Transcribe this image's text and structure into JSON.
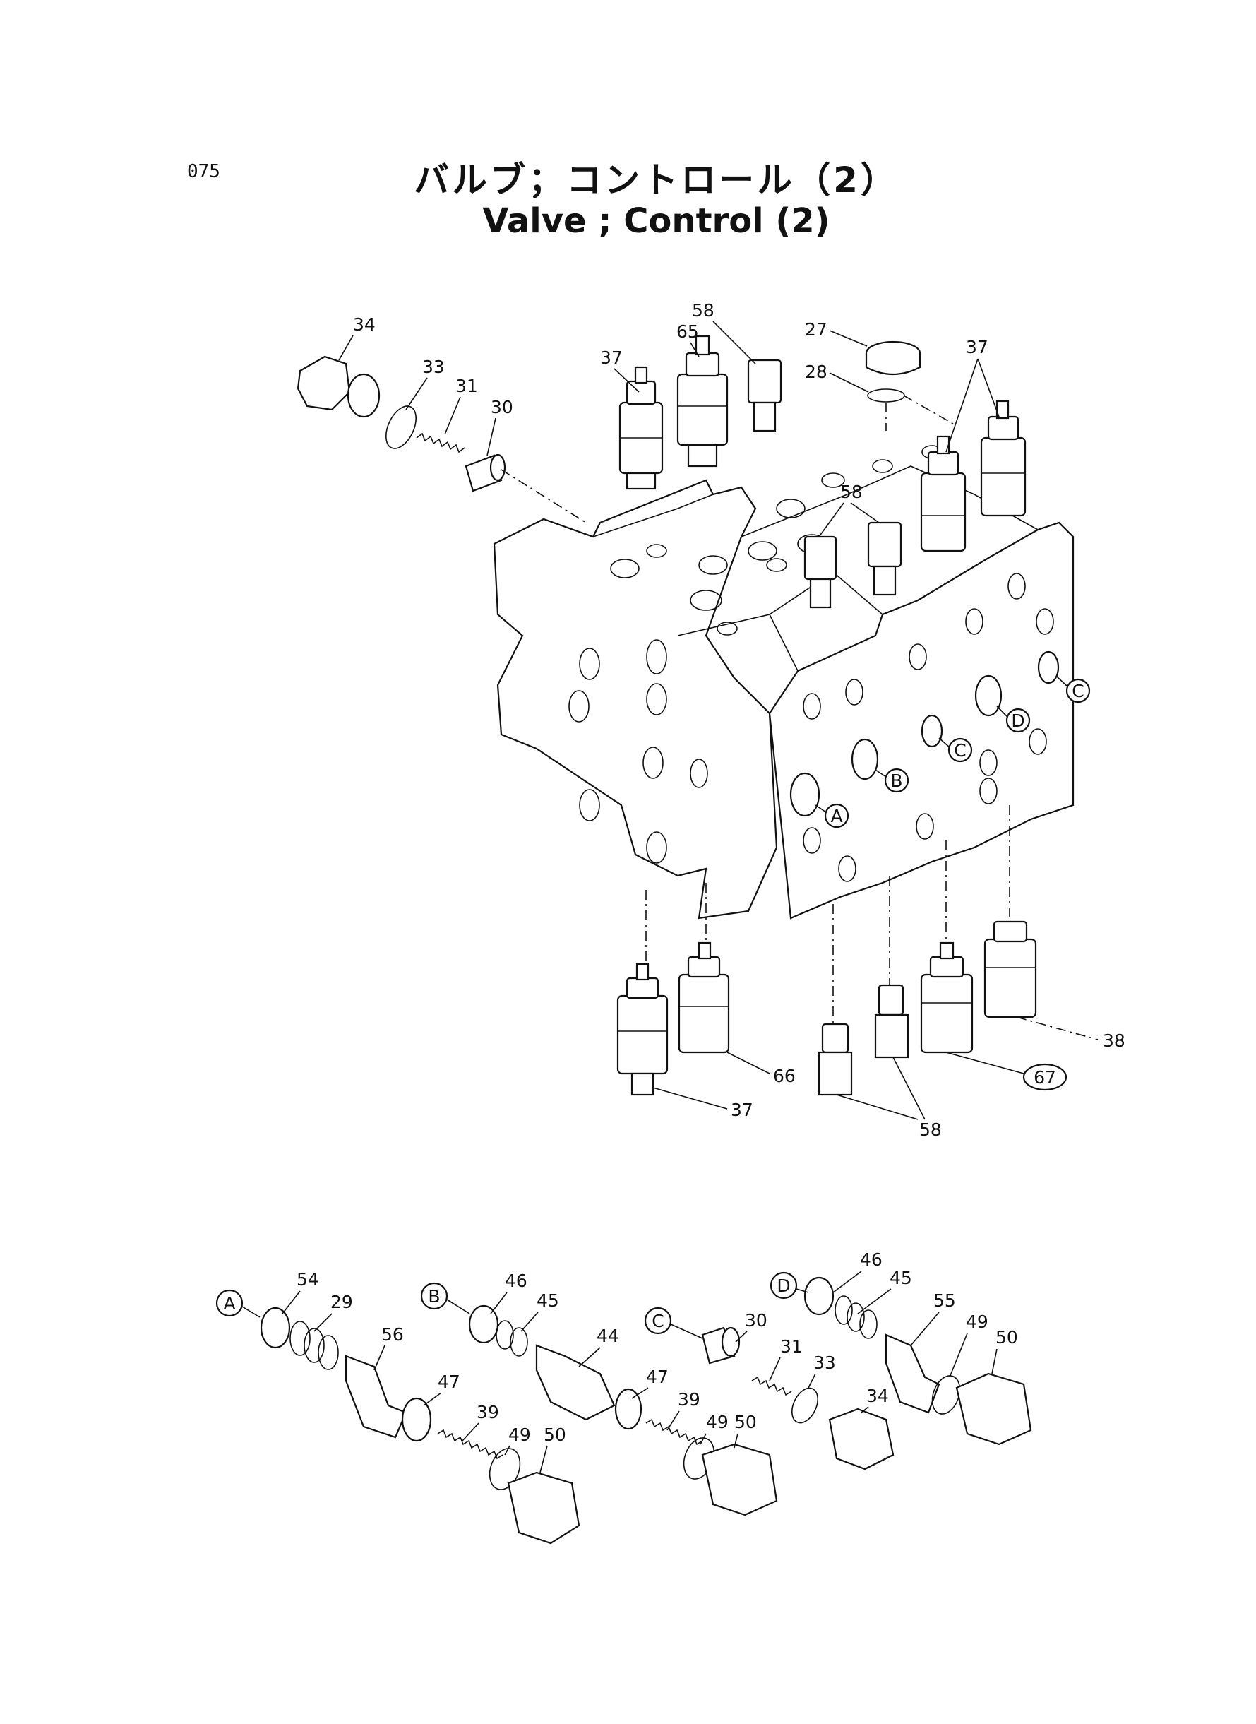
{
  "page": {
    "number": "075",
    "title_jp": "バルブ；コントロール（2）",
    "title_en": "Valve ; Control (2)"
  },
  "callouts": {
    "top": {
      "c34": "34",
      "c33": "33",
      "c31": "31",
      "c30": "30",
      "c37a": "37",
      "c65": "65",
      "c58a": "58",
      "c27": "27",
      "c28": "28",
      "c37b": "37",
      "c58b": "58"
    },
    "ports": {
      "pA": "A",
      "pB": "B",
      "pC1": "C",
      "pD": "D",
      "pC2": "C"
    },
    "bottom": {
      "c37c": "37",
      "c66": "66",
      "c58c": "58",
      "c67": "67",
      "c38": "38"
    },
    "sectionA": {
      "tag": "A",
      "c54": "54",
      "c29": "29",
      "c56": "56",
      "c47": "47",
      "c39": "39",
      "c49": "49",
      "c50": "50"
    },
    "sectionB": {
      "tag": "B",
      "c46": "46",
      "c45": "45",
      "c44": "44",
      "c47": "47",
      "c39": "39",
      "c49": "49",
      "c50": "50"
    },
    "sectionC": {
      "tag": "C",
      "c30": "30",
      "c31": "31",
      "c33": "33",
      "c34": "34"
    },
    "sectionD": {
      "tag": "D",
      "c46": "46",
      "c45": "45",
      "c55": "55",
      "c49": "49",
      "c50": "50"
    }
  }
}
